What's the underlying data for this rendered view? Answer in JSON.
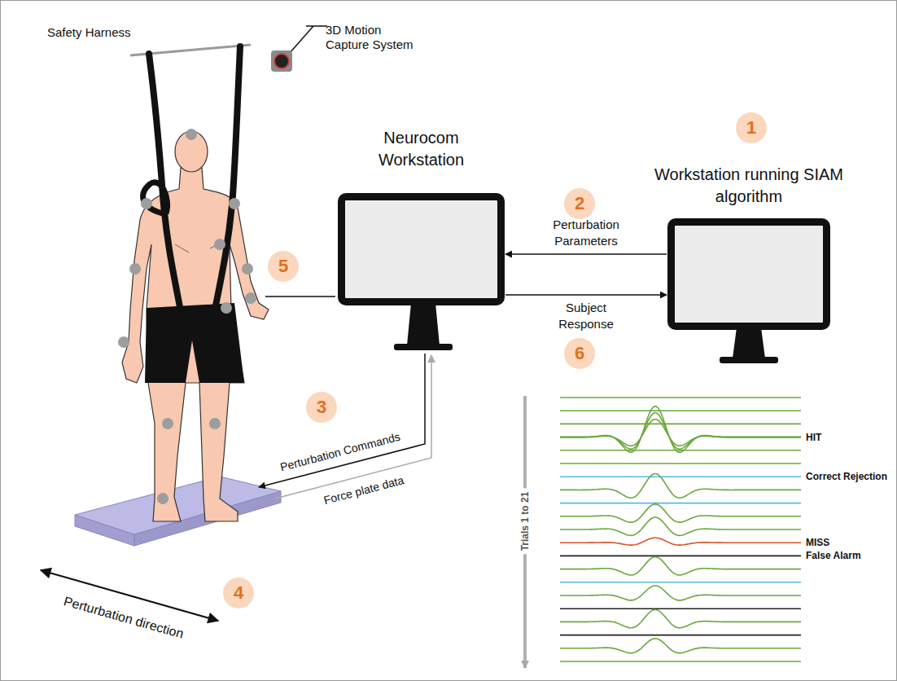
{
  "diagram": {
    "nodes": [
      {
        "text": [
          "Neurocom Workstation"
        ]
      },
      {
        "text": [
          "Workstation running SIAM algorithm"
        ]
      }
    ],
    "edges": [
      {
        "from": 1,
        "to": 0,
        "arrow": "to",
        "label": "Perturbation Parameters"
      },
      {
        "from": 0,
        "to": 1,
        "arrow": "to",
        "label": "Subject Response"
      }
    ],
    "labels": [
      "Safety Harness",
      "3D Motion Capture System",
      "1",
      "2",
      "6",
      "5",
      "Perturbation Commands",
      "3",
      "Force plate data",
      "Perturbation direction",
      "4",
      "HIT",
      "Correct Rejection",
      "MISS",
      "False Alarm",
      "Trials 1 to 21"
    ]
  }
}
